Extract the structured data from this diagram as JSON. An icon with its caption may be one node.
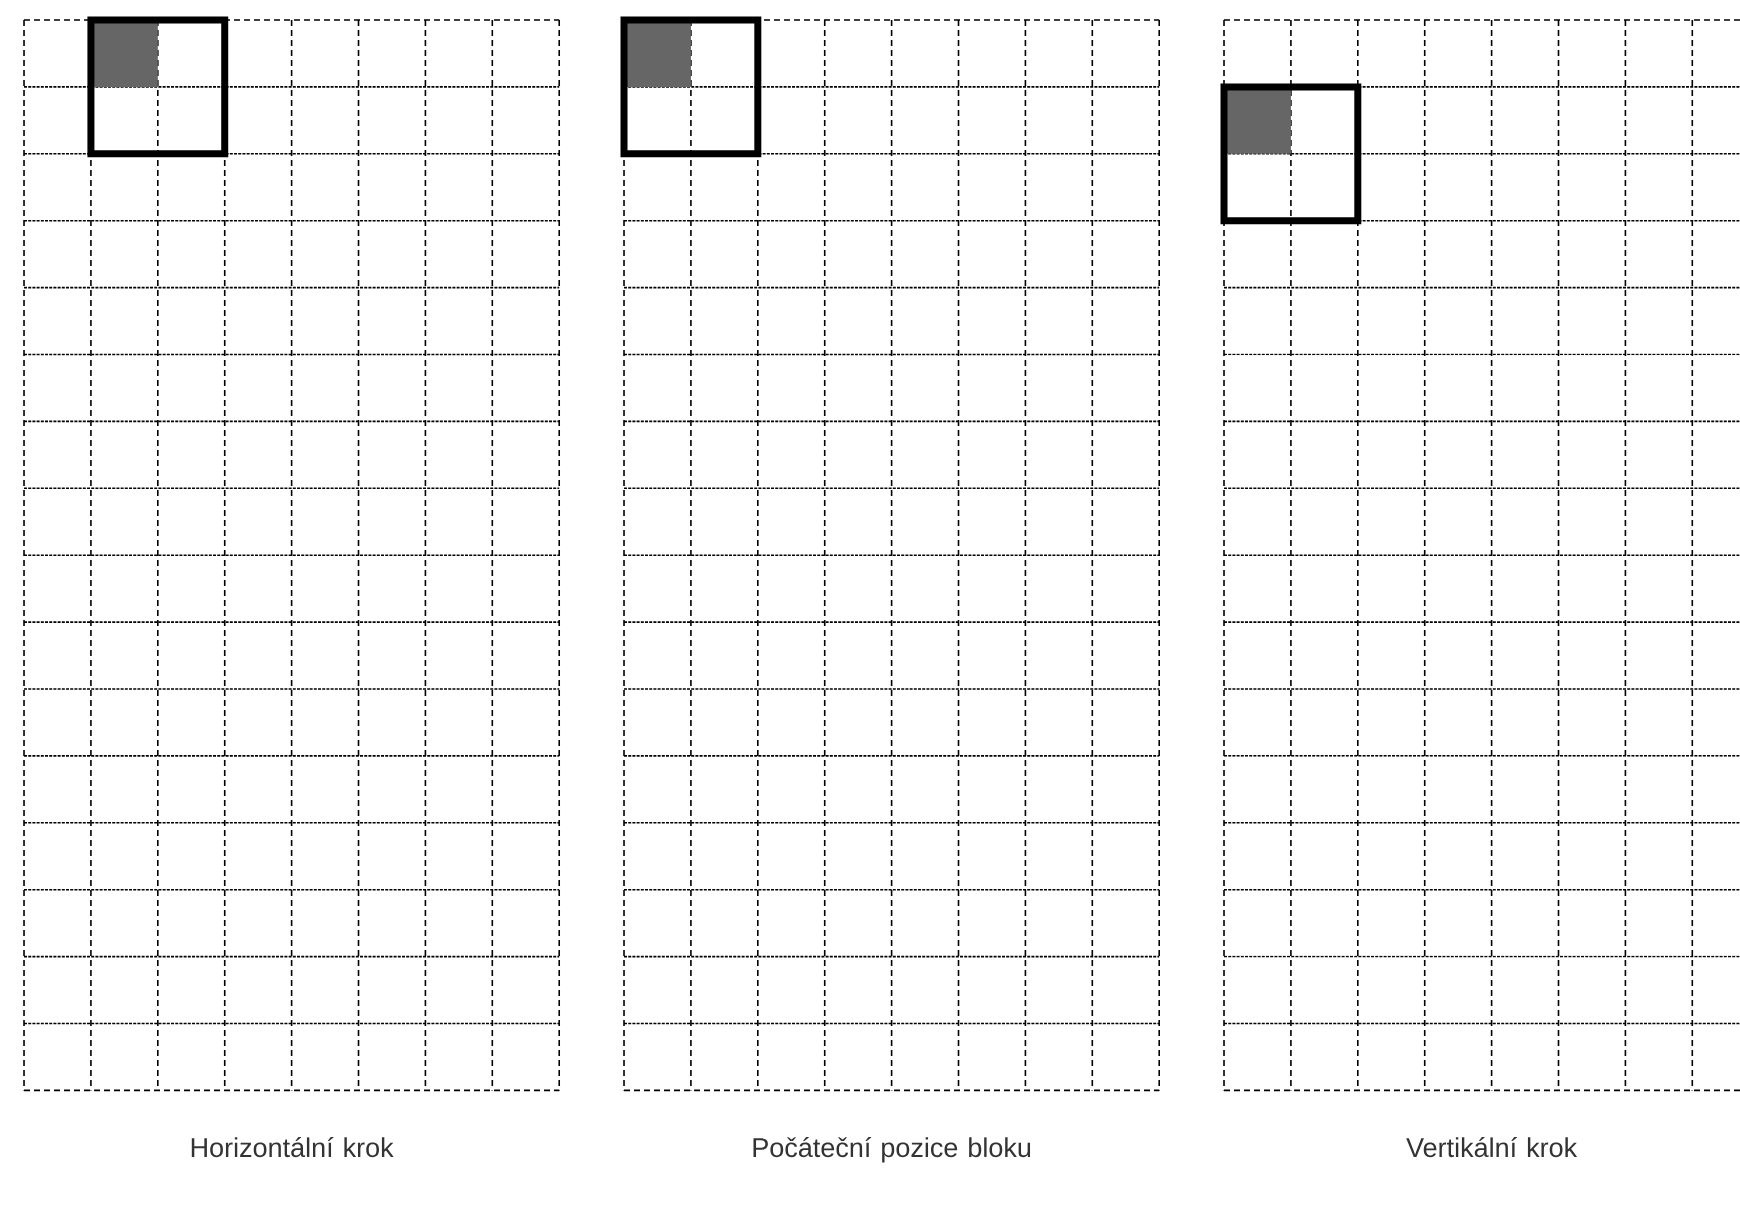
{
  "diagram": {
    "labels": [
      "Horizontální krok",
      "Počáteční pozice bloku",
      "Vertikální krok"
    ]
  }
}
